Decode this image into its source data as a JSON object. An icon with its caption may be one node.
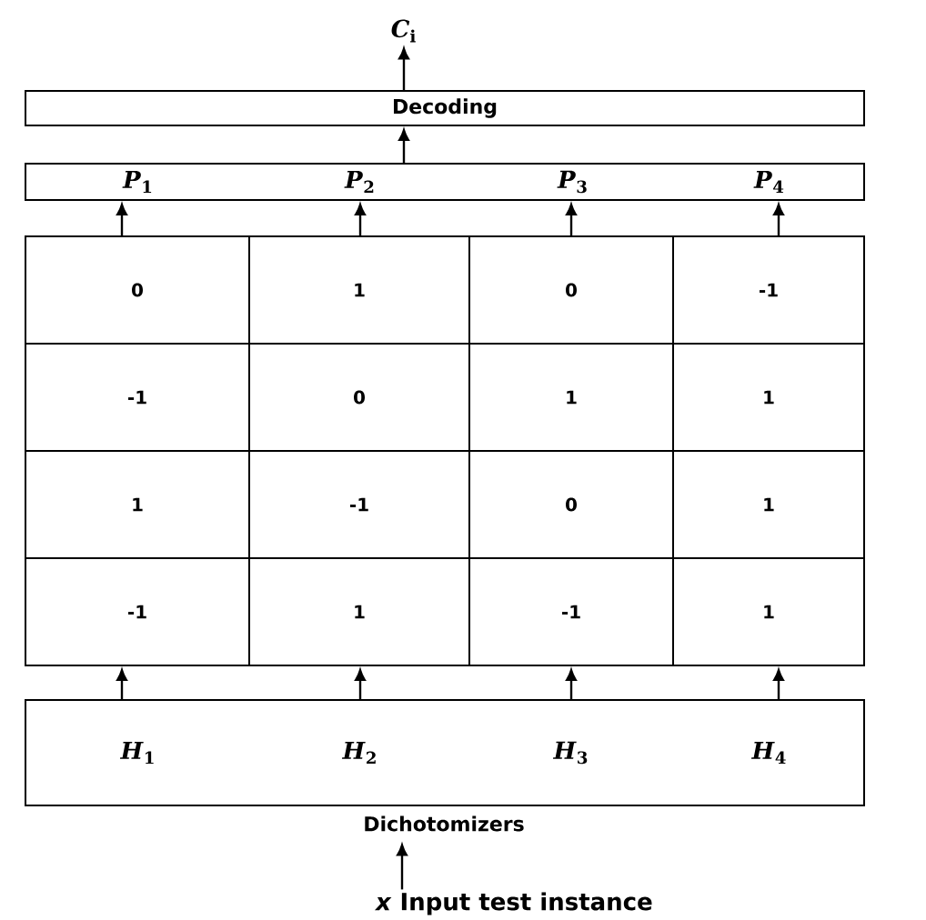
{
  "diagram": {
    "nodes": [
      {
        "text": [
          "*C*$_{i}$"
        ]
      },
      {
        "text": [
          "Decoding"
        ]
      },
      {
        "text": [],
        "shape": "box"
      },
      {
        "text": [
          "*P*$_{1}$"
        ],
        "in": 2
      },
      {
        "text": [
          "*P*$_{2}$"
        ],
        "in": 2
      },
      {
        "text": [
          "*P*$_{3}$"
        ],
        "in": 2
      },
      {
        "text": [
          "*P*$_{4}$"
        ],
        "in": 2
      },
      {
        "text": [
          "0",
          "-1",
          "1",
          "-1"
        ]
      },
      {
        "text": [
          "1",
          "0",
          "-1",
          "1"
        ]
      },
      {
        "text": [
          "0",
          "1",
          "0",
          "-1"
        ]
      },
      {
        "text": [
          "-1",
          "1",
          "1",
          "1"
        ]
      },
      {
        "text": [
          "Dichotomizers"
        ]
      },
      {
        "text": [
          "*H*$_{1}$"
        ],
        "in": 11
      },
      {
        "text": [
          "*H*$_{2}$"
        ],
        "in": 11
      },
      {
        "text": [
          "*H*$_{3}$"
        ],
        "in": 11
      },
      {
        "text": [
          "*H*$_{4}$"
        ],
        "in": 11
      },
      {
        "text": [
          "*x* Input test instance"
        ]
      }
    ],
    "edges": [
      {
        "from": 1,
        "to": 0,
        "arrow": "to"
      },
      {
        "from": 2,
        "to": 1,
        "arrow": "to"
      },
      {
        "from": 7,
        "to": 3,
        "arrow": "to"
      },
      {
        "from": 8,
        "to": 4,
        "arrow": "to"
      },
      {
        "from": 9,
        "to": 5,
        "arrow": "to"
      },
      {
        "from": 10,
        "to": 6,
        "arrow": "to"
      },
      {
        "from": 12,
        "to": 7,
        "arrow": "to"
      },
      {
        "from": 13,
        "to": 8,
        "arrow": "to"
      },
      {
        "from": 14,
        "to": 9,
        "arrow": "to"
      },
      {
        "from": 15,
        "to": 10,
        "arrow": "to"
      },
      {
        "from": 16,
        "to": 11,
        "arrow": "to"
      }
    ]
  }
}
